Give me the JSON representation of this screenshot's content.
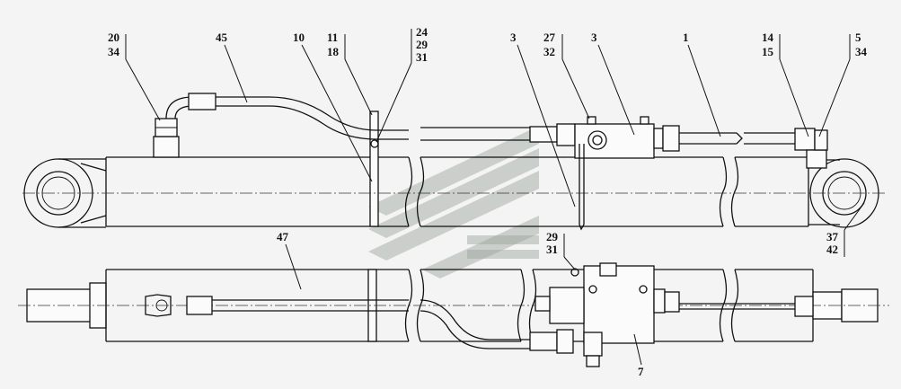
{
  "callouts": {
    "c20_34": {
      "top": "20",
      "bottom": "34"
    },
    "c45": "45",
    "c10": "10",
    "c11_18": {
      "top": "11",
      "bottom": "18"
    },
    "c24_29_31": {
      "top": "24",
      "mid": "29",
      "bottom": "31"
    },
    "c3a": "3",
    "c27_32": {
      "top": "27",
      "bottom": "32"
    },
    "c3b": "3",
    "c1": "1",
    "c14_15": {
      "top": "14",
      "bottom": "15"
    },
    "c5_34": {
      "top": "5",
      "bottom": "34"
    },
    "c37_42": {
      "top": "37",
      "bottom": "42"
    },
    "c47": "47",
    "c29_31": {
      "top": "29",
      "bottom": "31"
    },
    "c7": "7"
  },
  "colors": {
    "line": "#111111",
    "background": "#f4f4f4",
    "watermark": "#9aa29a"
  }
}
